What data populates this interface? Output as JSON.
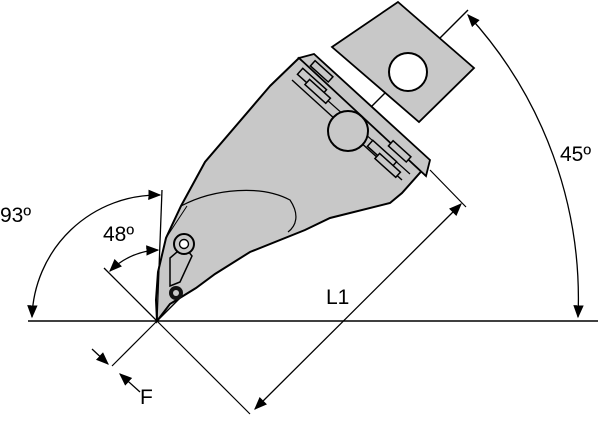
{
  "diagram": {
    "labels": {
      "angle_lead": "93º",
      "angle_inner": "48º",
      "angle_tool": "45º",
      "length": "L1",
      "offset": "F"
    },
    "colors": {
      "body_fill": "#c8c8c8",
      "outline": "#000000",
      "background": "#ffffff"
    }
  }
}
